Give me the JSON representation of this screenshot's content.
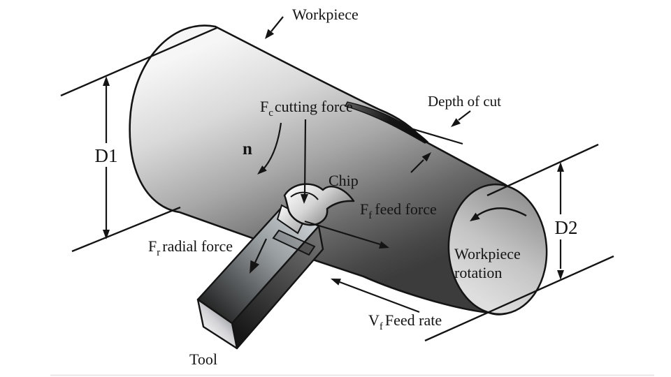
{
  "diagram": {
    "subject": "Turning operation on a lathe with cutting forces",
    "labels": {
      "workpiece": "Workpiece",
      "depth_of_cut": "Depth of cut",
      "d1": "D1",
      "d2": "D2",
      "n": "n",
      "chip": "Chip",
      "cutting_force": {
        "symbol": "F",
        "subscript": "c",
        "text": "cutting force"
      },
      "feed_force": {
        "symbol": "F",
        "subscript": "f",
        "text": "feed force"
      },
      "radial_force": {
        "symbol": "F",
        "subscript": "r",
        "text": "radial force"
      },
      "feed_rate": {
        "symbol": "V",
        "subscript": "f",
        "text": "Feed rate"
      },
      "workpiece_rotation": {
        "line1": "Workpiece",
        "line2": "rotation"
      },
      "tool": "Tool"
    },
    "colors": {
      "outline": "#141414",
      "background": "#ffffff",
      "metal_light": "#f6f6f6",
      "metal_dark": "#3c3c3c"
    }
  }
}
